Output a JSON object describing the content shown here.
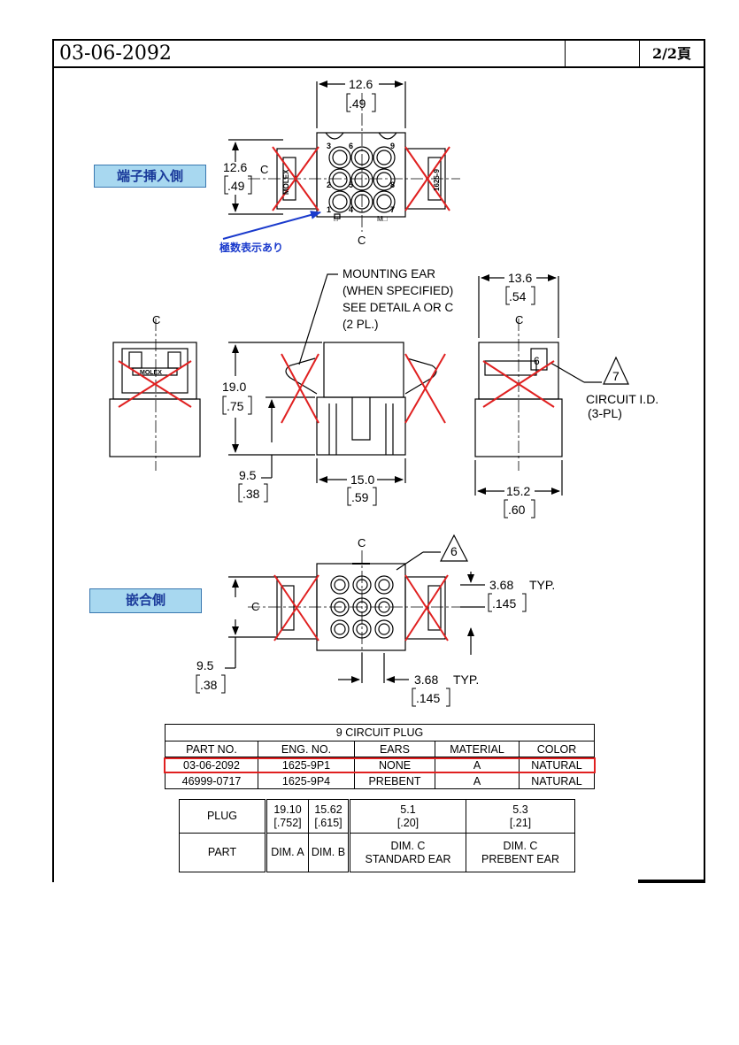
{
  "header": {
    "doc_number": "03-06-2092",
    "page": "2/2頁"
  },
  "labels": {
    "terminal_side": "端子挿入側",
    "mating_side": "嵌合側",
    "polarity_note": "極数表示あり"
  },
  "dims": {
    "width_top": "12.6",
    "width_top_in": ".49",
    "height_top": "12.6",
    "height_top_in": ".49",
    "height_mid": "19.0",
    "height_mid_in": ".75",
    "ear_height": "9.5",
    "ear_height_in": ".38",
    "body_width": "15.0",
    "body_width_in": ".59",
    "side_top": "13.6",
    "side_top_in": ".54",
    "side_bottom": "15.2",
    "side_bottom_in": ".60",
    "bottom_ear": "9.5",
    "bottom_ear_in": ".38",
    "pitch_v": "3.68",
    "pitch_v_in": ".145",
    "pitch_h": "3.68",
    "pitch_h_in": ".145",
    "typ": "TYP."
  },
  "notes": {
    "mounting_ear": [
      "MOUNTING EAR",
      "(WHEN SPECIFIED)",
      "SEE DETAIL A OR C",
      "(2 PL.)"
    ],
    "circuit_id": [
      "CIRCUIT I.D.",
      "(3-PL)"
    ],
    "flag_7": "7",
    "flag_6": "6",
    "cl": "C",
    "pin_numbers": [
      "3",
      "6",
      "9",
      "2",
      "5",
      "8",
      "1",
      "4",
      "7"
    ],
    "molex": "MOLEX",
    "part_stamp": "1625-9",
    "marks": [
      "□",
      "M□"
    ]
  },
  "table1": {
    "title": "9 CIRCUIT PLUG",
    "headers": [
      "PART NO.",
      "ENG. NO.",
      "EARS",
      "MATERIAL",
      "COLOR"
    ],
    "rows": [
      [
        "03-06-2092",
        "1625-9P1",
        "NONE",
        "A",
        "NATURAL"
      ],
      [
        "46999-0717",
        "1625-9P4",
        "PREBENT",
        "A",
        "NATURAL"
      ]
    ]
  },
  "table2": {
    "row1": {
      "label": "PLUG",
      "a": "19.10",
      "a_in": "[.752]",
      "b": "15.62",
      "b_in": "[.615]",
      "c1": "5.1",
      "c1_in": "[.20]",
      "c2": "5.3",
      "c2_in": "[.21]"
    },
    "row2": {
      "label": "PART",
      "a": "DIM. A",
      "b": "DIM. B",
      "c1a": "DIM. C",
      "c1b": "STANDARD EAR",
      "c2a": "DIM. C",
      "c2b": "PREBENT EAR"
    }
  },
  "colors": {
    "cross": "#e02020",
    "label_bg": "#a8d8f0",
    "note_blue": "#1a3acc"
  }
}
